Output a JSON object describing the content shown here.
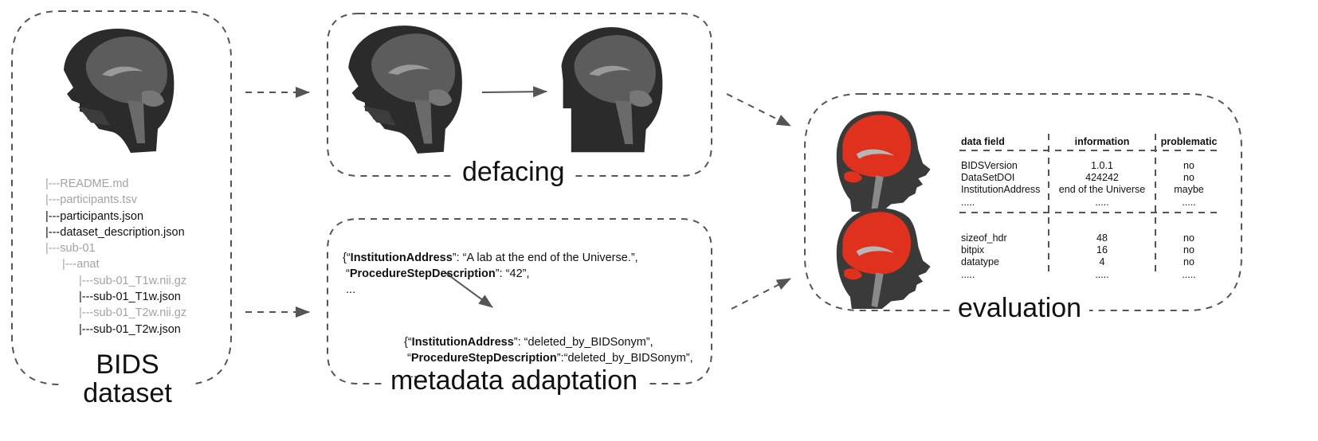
{
  "labels": {
    "bids_dataset_line1": "BIDS",
    "bids_dataset_line2": "dataset",
    "defacing": "defacing",
    "metadata_adaptation": "metadata adaptation",
    "evaluation": "evaluation"
  },
  "file_tree": [
    {
      "text": "|---README.md",
      "indent": 0,
      "style": "gray"
    },
    {
      "text": "|---participants.tsv",
      "indent": 0,
      "style": "gray"
    },
    {
      "text": "|---participants.json",
      "indent": 0,
      "style": "black"
    },
    {
      "text": "|---dataset_description.json",
      "indent": 0,
      "style": "black"
    },
    {
      "text": "|---sub-01",
      "indent": 0,
      "style": "gray"
    },
    {
      "text": "|---anat",
      "indent": 1,
      "style": "gray"
    },
    {
      "text": "|---sub-01_T1w.nii.gz",
      "indent": 2,
      "style": "gray"
    },
    {
      "text": "|---sub-01_T1w.json",
      "indent": 2,
      "style": "black"
    },
    {
      "text": "|---sub-01_T2w.nii.gz",
      "indent": 2,
      "style": "gray"
    },
    {
      "text": "|---sub-01_T2w.json",
      "indent": 2,
      "style": "black"
    }
  ],
  "metadata_before": {
    "key1": "InstitutionAddress",
    "value1": "“A lab at the end of the Universe.”,",
    "key2": "ProcedureStepDescription",
    "value2": "“42”,",
    "ellipsis": "..."
  },
  "metadata_after": {
    "key1": "InstitutionAddress",
    "value1": "“deleted_by_BIDSonym”,",
    "key2": "ProcedureStepDescription",
    "value2": "“deleted_by_BIDSonym”,",
    "ellipsis": "..."
  },
  "eval_table": {
    "headers": {
      "field": "data field",
      "info": "information",
      "problem": "problematic"
    },
    "rows_top": [
      [
        "BIDSVersion",
        "1.0.1",
        "no"
      ],
      [
        "DataSetDOI",
        "424242",
        "no"
      ],
      [
        "InstitutionAddress",
        "end of the Universe",
        "maybe"
      ],
      [
        ".....",
        ".....",
        "....."
      ]
    ],
    "rows_bottom": [
      [
        "sizeof_hdr",
        "48",
        "no"
      ],
      [
        "bitpix",
        "16",
        "no"
      ],
      [
        "datatype",
        "4",
        "no"
      ],
      [
        ".....",
        ".....",
        "....."
      ]
    ]
  },
  "colors": {
    "dash": "#555555",
    "highlight_red": "#e0301e",
    "gray_text": "#a3a3a3"
  }
}
